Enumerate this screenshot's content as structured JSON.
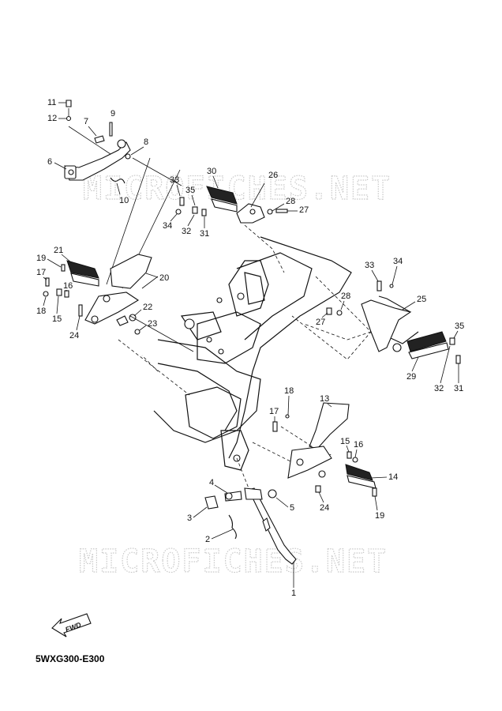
{
  "diagram_code": "5WXG300-E300",
  "fwd_label": "FWD",
  "watermarks": [
    "MICROFICHES.NET",
    "MICROFICHES.NET"
  ],
  "callouts": {
    "c11": "11",
    "c12": "12",
    "c7": "7",
    "c9": "9",
    "c8": "8",
    "c6": "6",
    "c10": "10",
    "c30": "30",
    "c26": "26",
    "c33a": "33",
    "c35a": "35",
    "c28a": "28",
    "c27a": "27",
    "c34a": "34",
    "c32a": "32",
    "c31a": "31",
    "c21": "21",
    "c19a": "19",
    "c17a": "17",
    "c16a": "16",
    "c18a": "18",
    "c15a": "15",
    "c20": "20",
    "c22": "22",
    "c23": "23",
    "c24a": "24",
    "c33b": "33",
    "c34b": "34",
    "c25": "25",
    "c28b": "28",
    "c27b": "27",
    "c35b": "35",
    "c29": "29",
    "c32b": "32",
    "c31b": "31",
    "c18b": "18",
    "c17b": "17",
    "c13": "13",
    "c15b": "15",
    "c16b": "16",
    "c14": "14",
    "c24b": "24",
    "c19b": "19",
    "c4": "4",
    "c5": "5",
    "c3": "3",
    "c2": "2",
    "c1": "1"
  }
}
